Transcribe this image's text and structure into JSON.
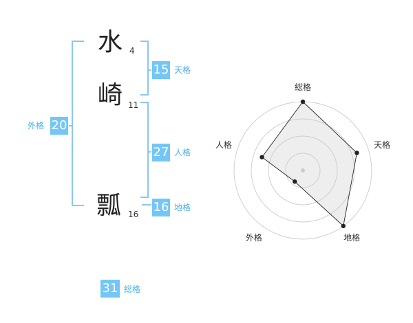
{
  "name": {
    "characters": [
      {
        "char": "水",
        "strokes": "4"
      },
      {
        "char": "崎",
        "strokes": "11"
      },
      {
        "char": "瓢",
        "strokes": "16"
      }
    ]
  },
  "scores": {
    "tenkaku": {
      "value": "15",
      "label": "天格"
    },
    "jinkaku": {
      "value": "27",
      "label": "人格"
    },
    "chikaku": {
      "value": "16",
      "label": "地格"
    },
    "gaikaku": {
      "value": "20",
      "label": "外格"
    },
    "soukaku": {
      "value": "31",
      "label": "総格"
    }
  },
  "colors": {
    "accent": "#73c6f5",
    "bracket": "#8cc7ee",
    "label_text": "#4aaee6"
  },
  "chart_data": {
    "type": "radar",
    "axes": [
      "総格",
      "天格",
      "地格",
      "外格",
      "人格"
    ],
    "values": [
      4,
      3.3,
      4,
      0.8,
      2.5
    ],
    "range": [
      0,
      4
    ],
    "rings": 4
  }
}
